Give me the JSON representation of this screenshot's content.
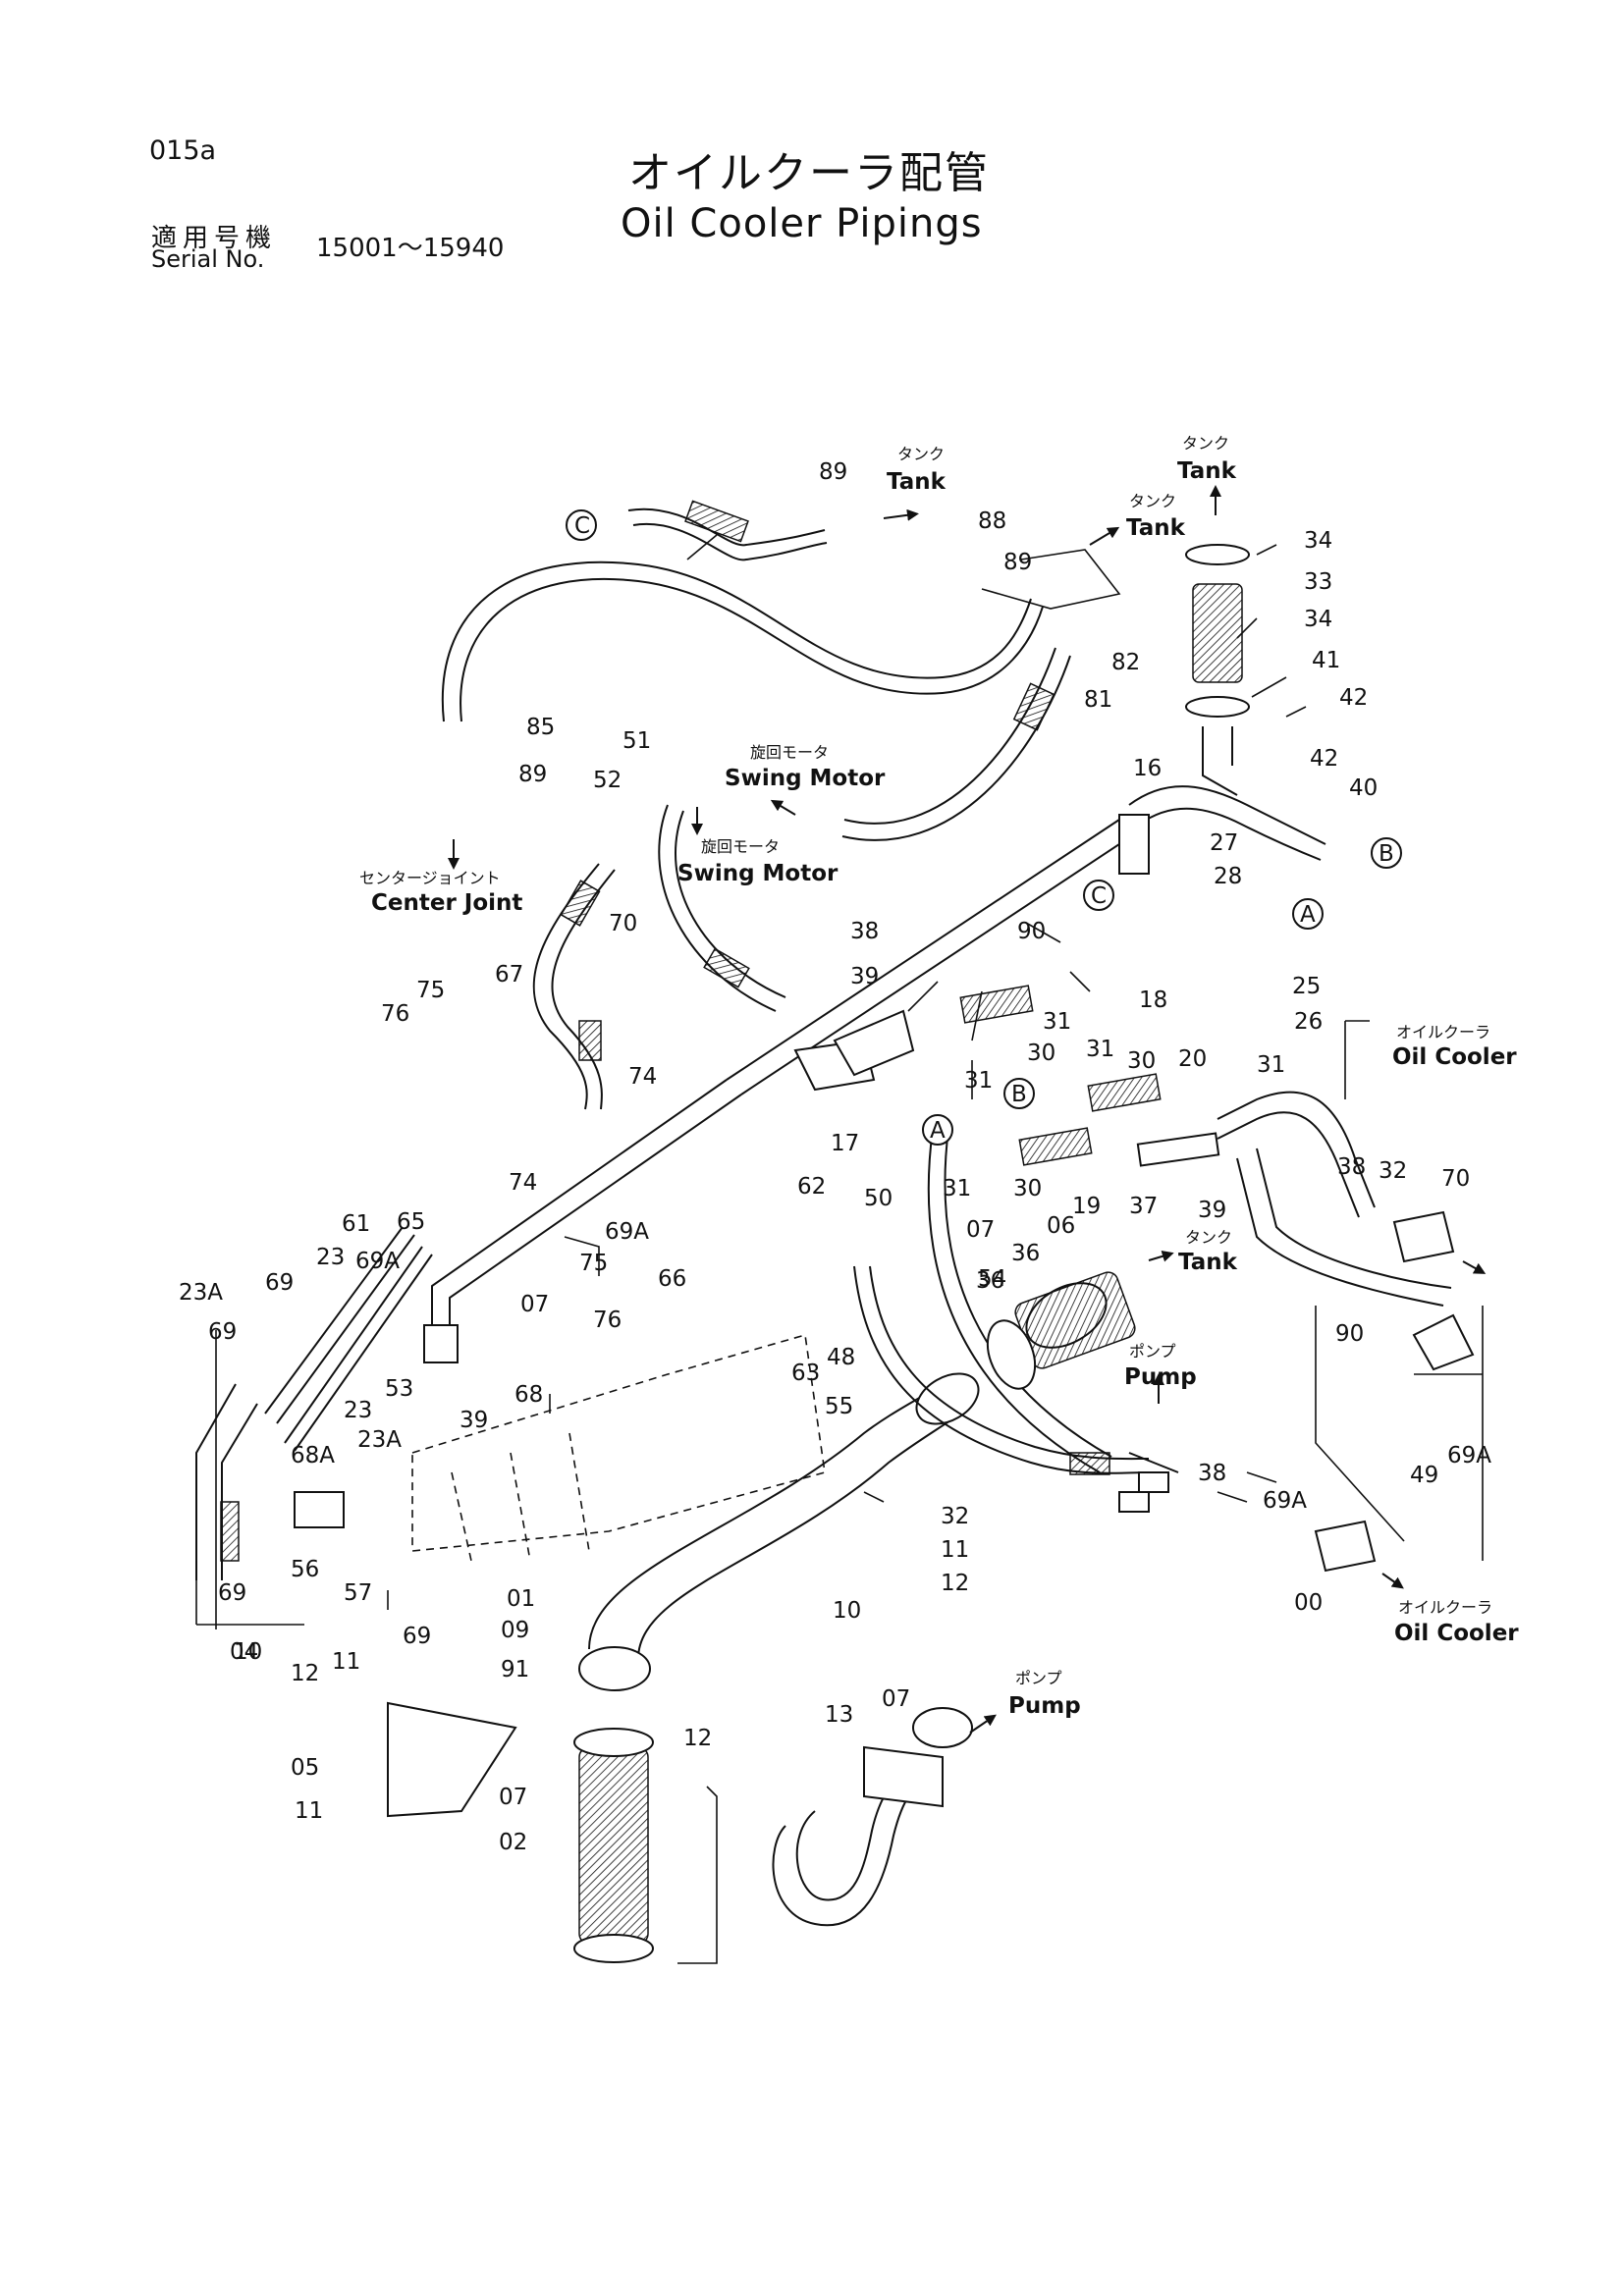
{
  "header": {
    "page_code": "015a",
    "title_ja": "オイルクーラ配管",
    "title_en": "Oil Cooler Pipings",
    "serial_label_ja": "適用号機",
    "serial_label_en": "Serial No.",
    "serial_range": "15001～15940"
  },
  "destinations": [
    {
      "ja": "タンク",
      "en": "Tank"
    },
    {
      "ja": "タンク",
      "en": "Tank"
    },
    {
      "ja": "タンク",
      "en": "Tank"
    },
    {
      "ja": "旋回モータ",
      "en": "Swing Motor"
    },
    {
      "ja": "旋回モータ",
      "en": "Swing Motor"
    },
    {
      "ja": "センタージョイント",
      "en": "Center Joint"
    },
    {
      "ja": "オイルクーラ",
      "en": "Oil Cooler"
    },
    {
      "ja": "タンク",
      "en": "Tank"
    },
    {
      "ja": "ポンプ",
      "en": "Pump"
    },
    {
      "ja": "オイルクーラ",
      "en": "Oil Cooler"
    },
    {
      "ja": "ポンプ",
      "en": "Pump"
    }
  ],
  "connectors": [
    "C",
    "A",
    "B",
    "C",
    "A",
    "B"
  ],
  "part_numbers": [
    "89",
    "88",
    "89",
    "82",
    "81",
    "34",
    "33",
    "34",
    "41",
    "42",
    "42",
    "40",
    "16",
    "27",
    "28",
    "85",
    "89",
    "51",
    "52",
    "70",
    "67",
    "75",
    "76",
    "90",
    "38",
    "39",
    "25",
    "26",
    "18",
    "31",
    "30",
    "31",
    "30",
    "31",
    "20",
    "31",
    "30",
    "31",
    "19",
    "37",
    "39",
    "38",
    "32",
    "70",
    "74",
    "74",
    "62",
    "50",
    "07",
    "06",
    "36",
    "36",
    "17",
    "90",
    "65",
    "61",
    "69",
    "69A",
    "23",
    "23A",
    "69",
    "69A",
    "66",
    "75",
    "76",
    "07",
    "63",
    "48",
    "54",
    "55",
    "53",
    "23",
    "23A",
    "68A",
    "68",
    "39",
    "38",
    "69A",
    "49",
    "69A",
    "69",
    "56",
    "57",
    "69",
    "10",
    "12",
    "11",
    "04",
    "32",
    "11",
    "12",
    "10",
    "00",
    "01",
    "09",
    "91",
    "13",
    "07",
    "05",
    "12",
    "11",
    "07",
    "02"
  ],
  "icons": [
    "connector-circle",
    "flow-arrow",
    "hose-hatch"
  ]
}
